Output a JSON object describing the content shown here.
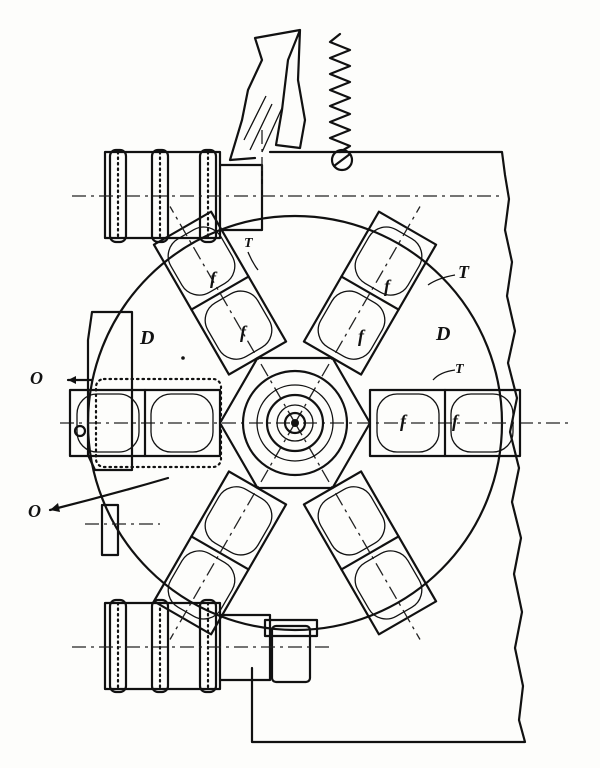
{
  "labels": {
    "outer_ring": "D",
    "bands": "T",
    "cells": "f",
    "outlet": "O"
  }
}
